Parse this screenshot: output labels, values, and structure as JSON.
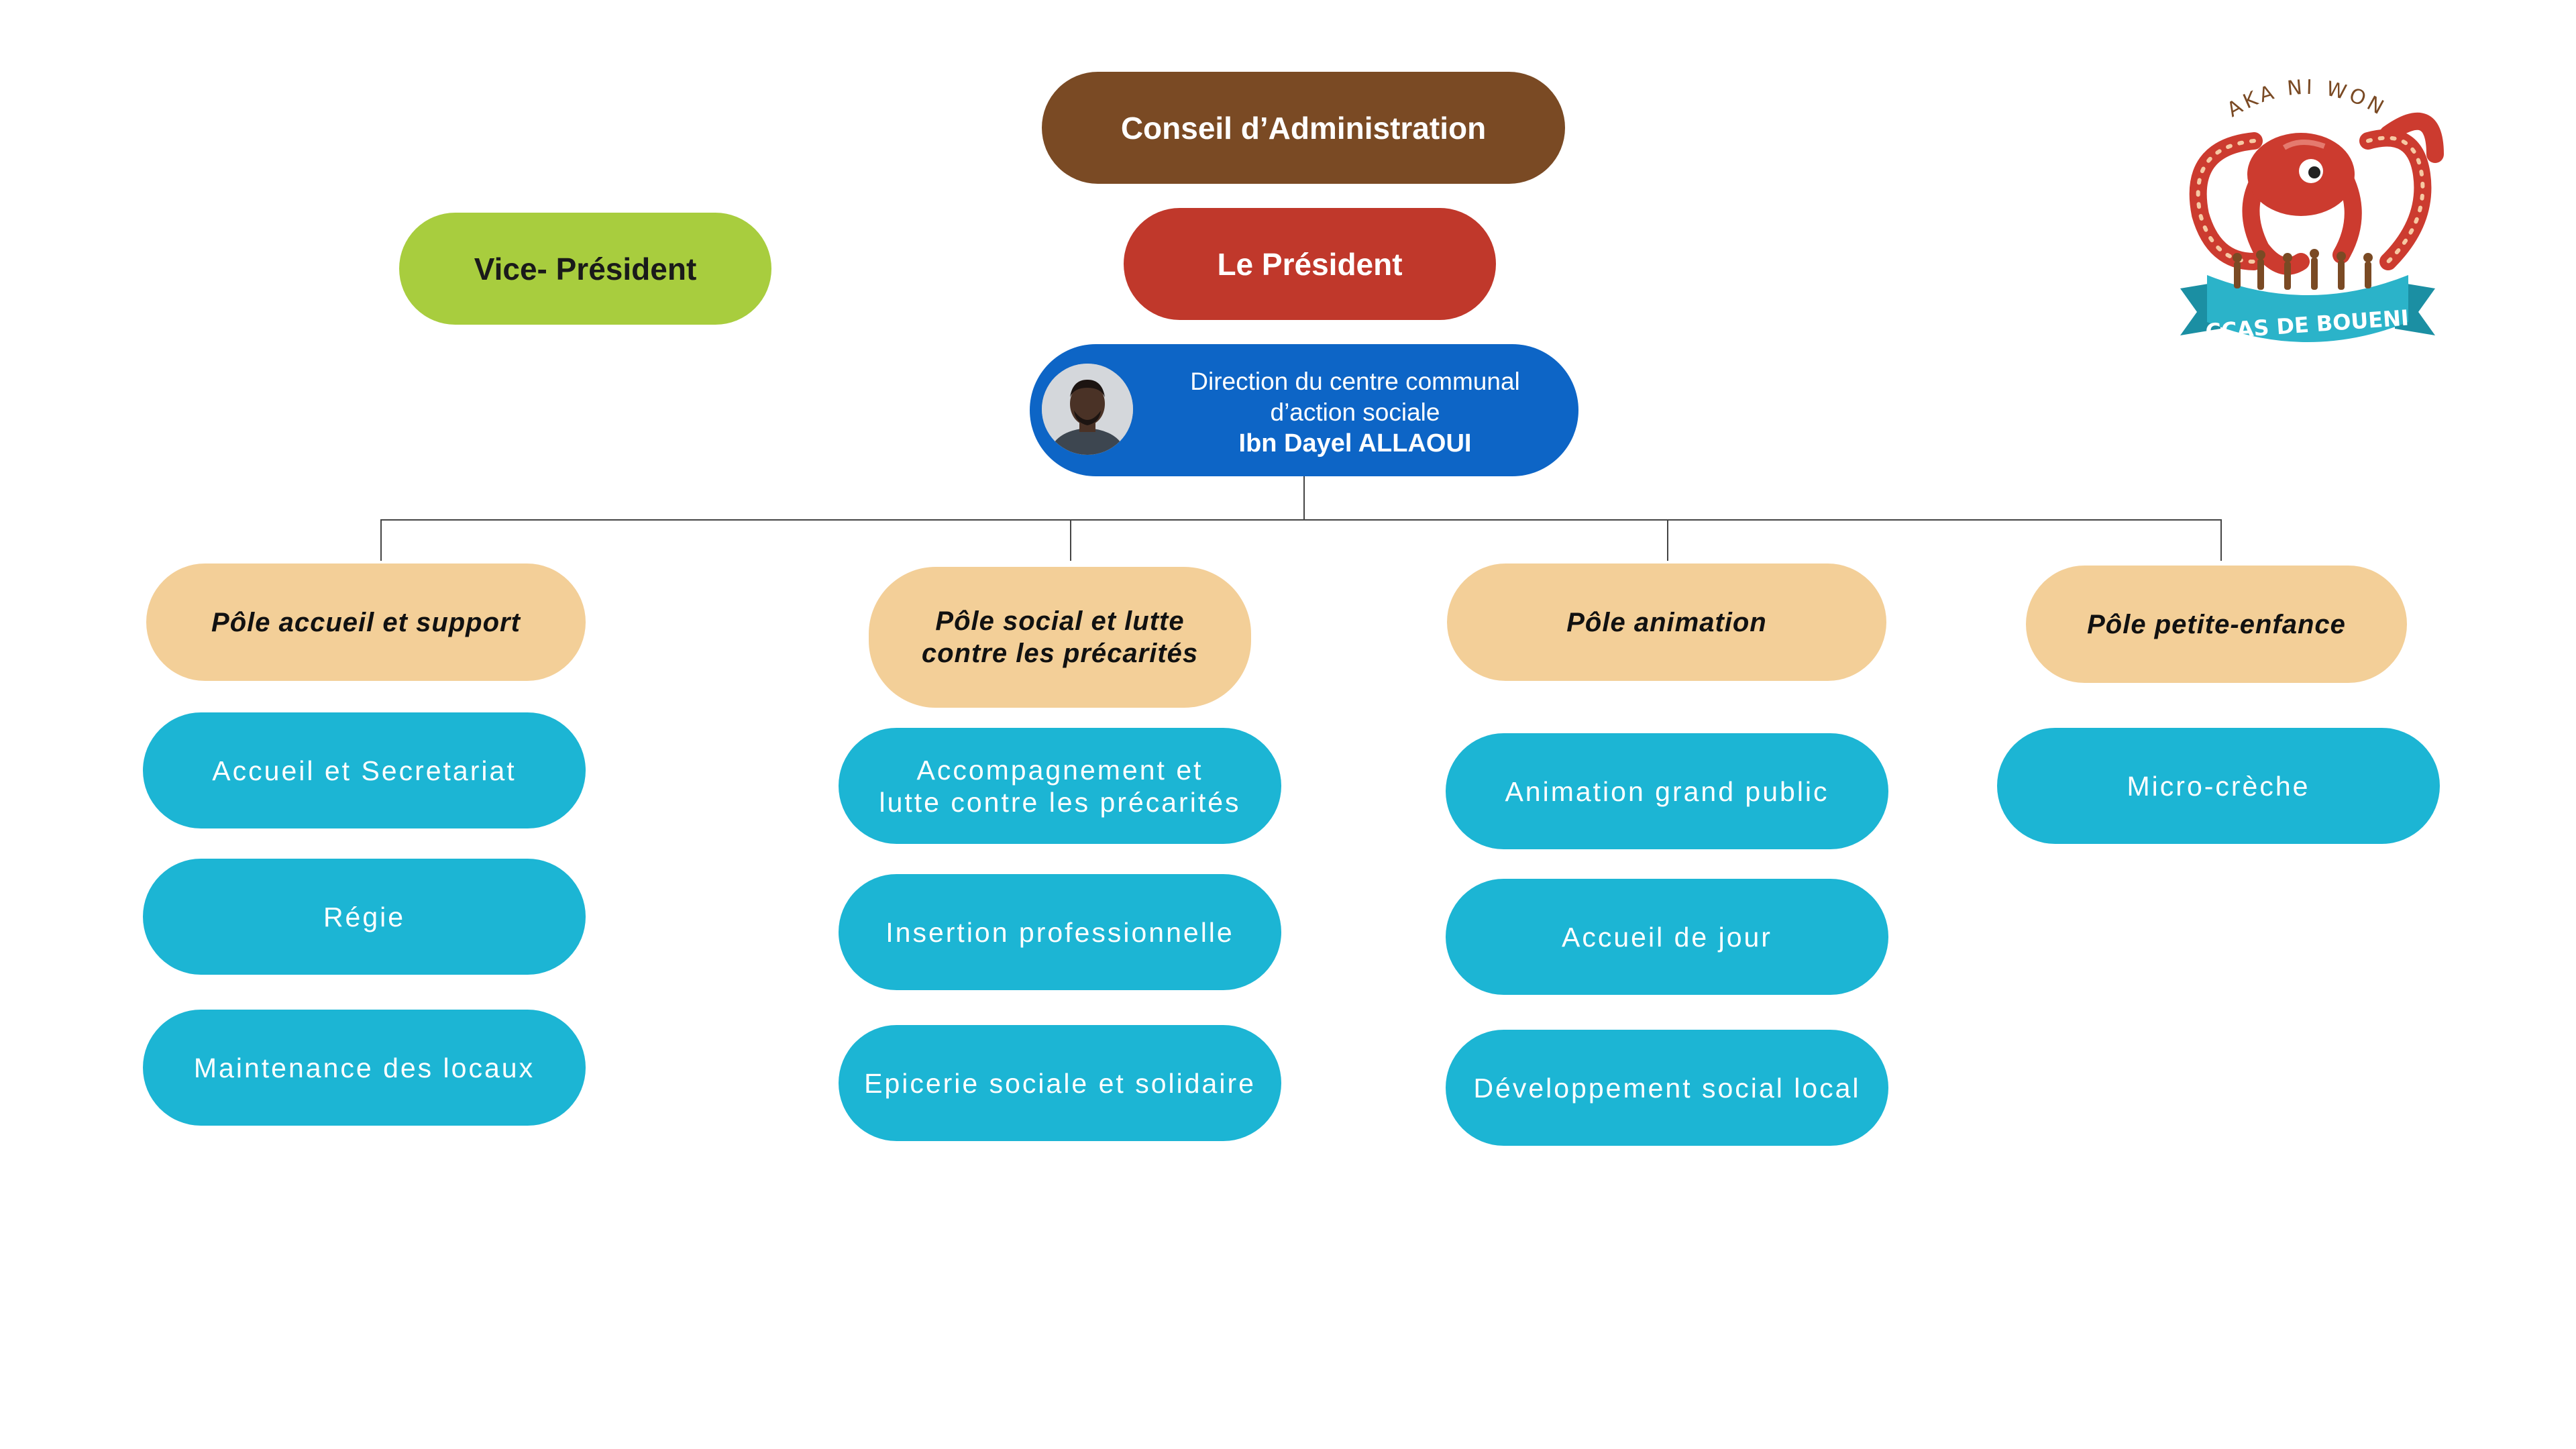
{
  "top": {
    "conseil": "Conseil d’Administration",
    "president": "Le Président",
    "vice_president": "Vice- Président"
  },
  "direction": {
    "line1": "Direction du centre communal",
    "line2": "d’action sociale",
    "name": "Ibn Dayel ALLAOUI"
  },
  "logo": {
    "tagline": "PAKA NI WONE",
    "banner": "CCAS DE BOUENI"
  },
  "poles": [
    {
      "label": "Pôle accueil et support",
      "items": [
        "Accueil et Secretariat",
        "Régie",
        "Maintenance des locaux"
      ]
    },
    {
      "label_line1": "Pôle social et lutte",
      "label_line2": "contre les précarités",
      "items_line": [
        "Accompagnement et",
        "lutte contre les précarités"
      ],
      "items": [
        "Insertion professionnelle",
        "Epicerie sociale et solidaire"
      ]
    },
    {
      "label": "Pôle animation",
      "items": [
        "Animation grand public",
        "Accueil de jour",
        "Développement social local"
      ]
    },
    {
      "label": "Pôle petite-enfance",
      "items": [
        "Micro-crèche"
      ]
    }
  ],
  "colors": {
    "conseil": "#7a4a24",
    "president": "#c0382b",
    "vice_president": "#a8cd3e",
    "direction": "#0d65c6",
    "pole": "#f3cf98",
    "sub": "#1cb5d4",
    "logo_red": "#cc3b2f",
    "logo_banner": "#2bb3c9"
  }
}
